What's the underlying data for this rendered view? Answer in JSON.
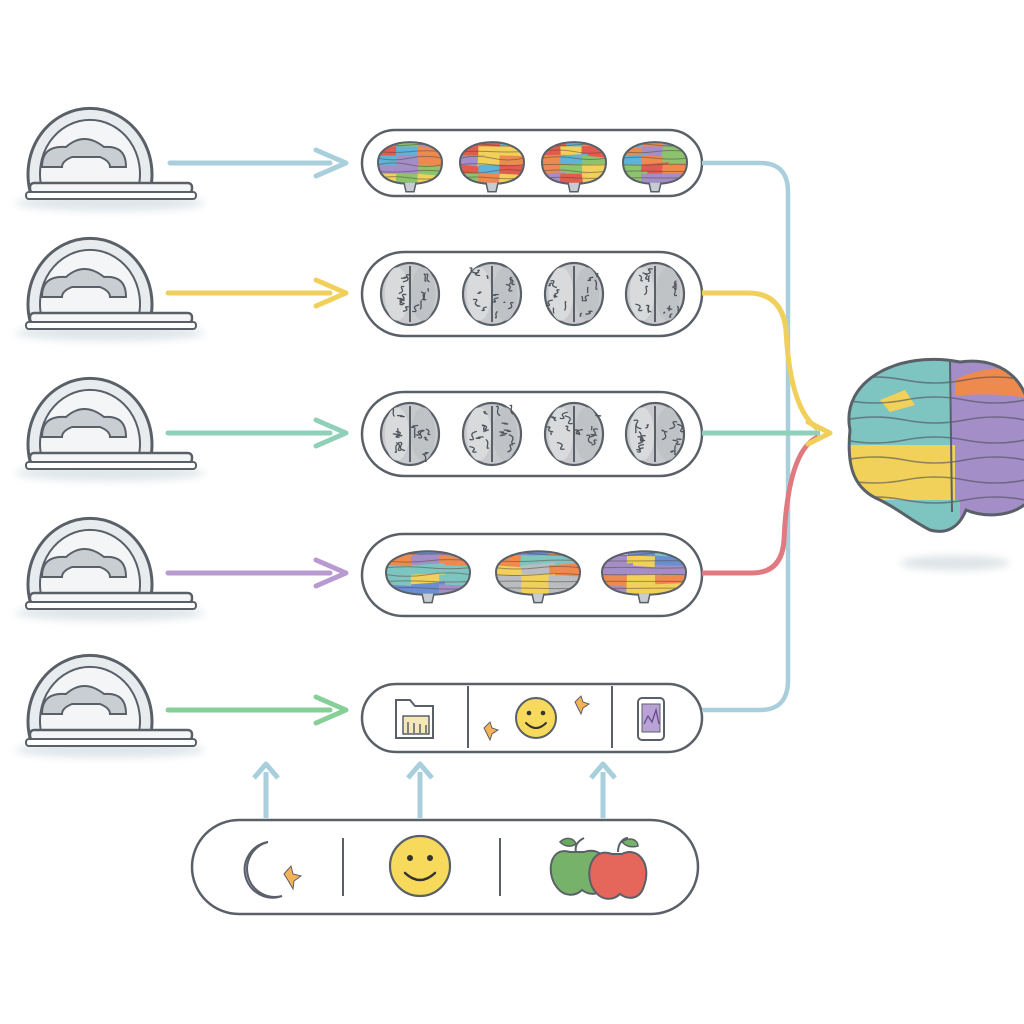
{
  "colors": {
    "background": "#ffffff",
    "outline": "#5a6068",
    "scanner_fill": "#e9ecef",
    "scanner_inner": "#c9ced3",
    "scanner_bed": "#f4f5f6",
    "row_1_arrow": "#a9cfdc",
    "row_2_arrow": "#f0cf5a",
    "row_3_arrow": "#8fd0b8",
    "row_4_arrow": "#b89ad0",
    "row_5_arrow": "#86cf98",
    "merge_red": "#e07a80",
    "merge_blue": "#a9cfdc",
    "brain_gray": "#b9bcc0",
    "brain_teal": "#7ec4c0",
    "brain_yellow": "#f2d15a",
    "brain_purple": "#a48ec8",
    "brain_orange": "#ef8a4e",
    "brain_green": "#8cc36e",
    "smiley": "#f7d95c",
    "moon": "#a9b9e6",
    "apple_green": "#77b26b",
    "apple_red": "#e5665a"
  },
  "rows": [
    {
      "id": "row-1",
      "content": "colored-brain-series",
      "count": 4,
      "arrow": "row_1_arrow"
    },
    {
      "id": "row-2",
      "content": "gray-brain-series",
      "count": 4,
      "arrow": "row_2_arrow"
    },
    {
      "id": "row-3",
      "content": "gray-brain-series",
      "count": 4,
      "arrow": "row_3_arrow"
    },
    {
      "id": "row-4",
      "content": "segmented-brain-series",
      "count": 3,
      "arrow": "row_4_arrow"
    },
    {
      "id": "row-5",
      "content": "behavior-icons",
      "count": 3,
      "arrow": "row_5_arrow"
    }
  ],
  "row5_icons": [
    "folder-chart-icon",
    "smiley-icon",
    "tablet-icon"
  ],
  "bottom_icons": [
    "moon-icon",
    "smiley-icon",
    "apple-icon"
  ],
  "output": "fused-brain-atlas"
}
